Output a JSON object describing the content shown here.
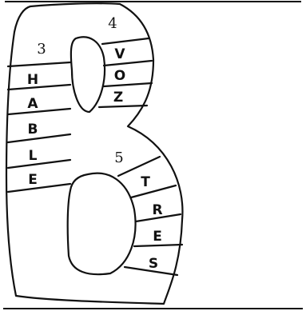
{
  "puzzle": {
    "clues": [
      {
        "number": "3",
        "letters": [
          "H",
          "A",
          "B",
          "L",
          "E"
        ]
      },
      {
        "number": "4",
        "letters": [
          "V",
          "O",
          "Z"
        ]
      },
      {
        "number": "5",
        "letters": [
          "T",
          "R",
          "E",
          "S"
        ]
      }
    ]
  }
}
